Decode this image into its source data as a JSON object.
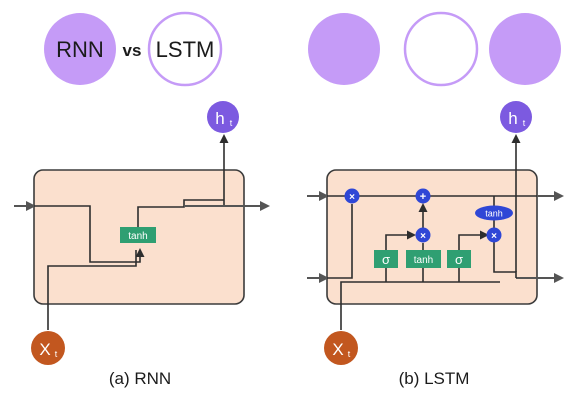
{
  "header": {
    "rnn": "RNN",
    "vs": "vs",
    "lstm": "LSTM"
  },
  "rnn": {
    "output_label": "h",
    "output_sub": "t",
    "input_label": "X",
    "input_sub": "t",
    "gate_label": "tanh",
    "caption": "(a) RNN"
  },
  "lstm": {
    "output_label": "h",
    "output_sub": "t",
    "input_label": "X",
    "input_sub": "t",
    "sigma1": "σ",
    "tanh_gate": "tanh",
    "sigma2": "σ",
    "tanh_pill": "tanh",
    "mult_symbol": "×",
    "add_symbol": "+",
    "caption": "(b) LSTM"
  },
  "colors": {
    "purple_circle": "#c59bf7",
    "cell_fill": "#fbe0ce",
    "cell_stroke": "#3b3b3b",
    "output_node": "#7c5ae0",
    "input_node": "#c2571f",
    "gate_green": "#2f9f72",
    "op_blue": "#2f47d6",
    "line": "#2e2e2e",
    "arrow_grey": "#555555"
  }
}
